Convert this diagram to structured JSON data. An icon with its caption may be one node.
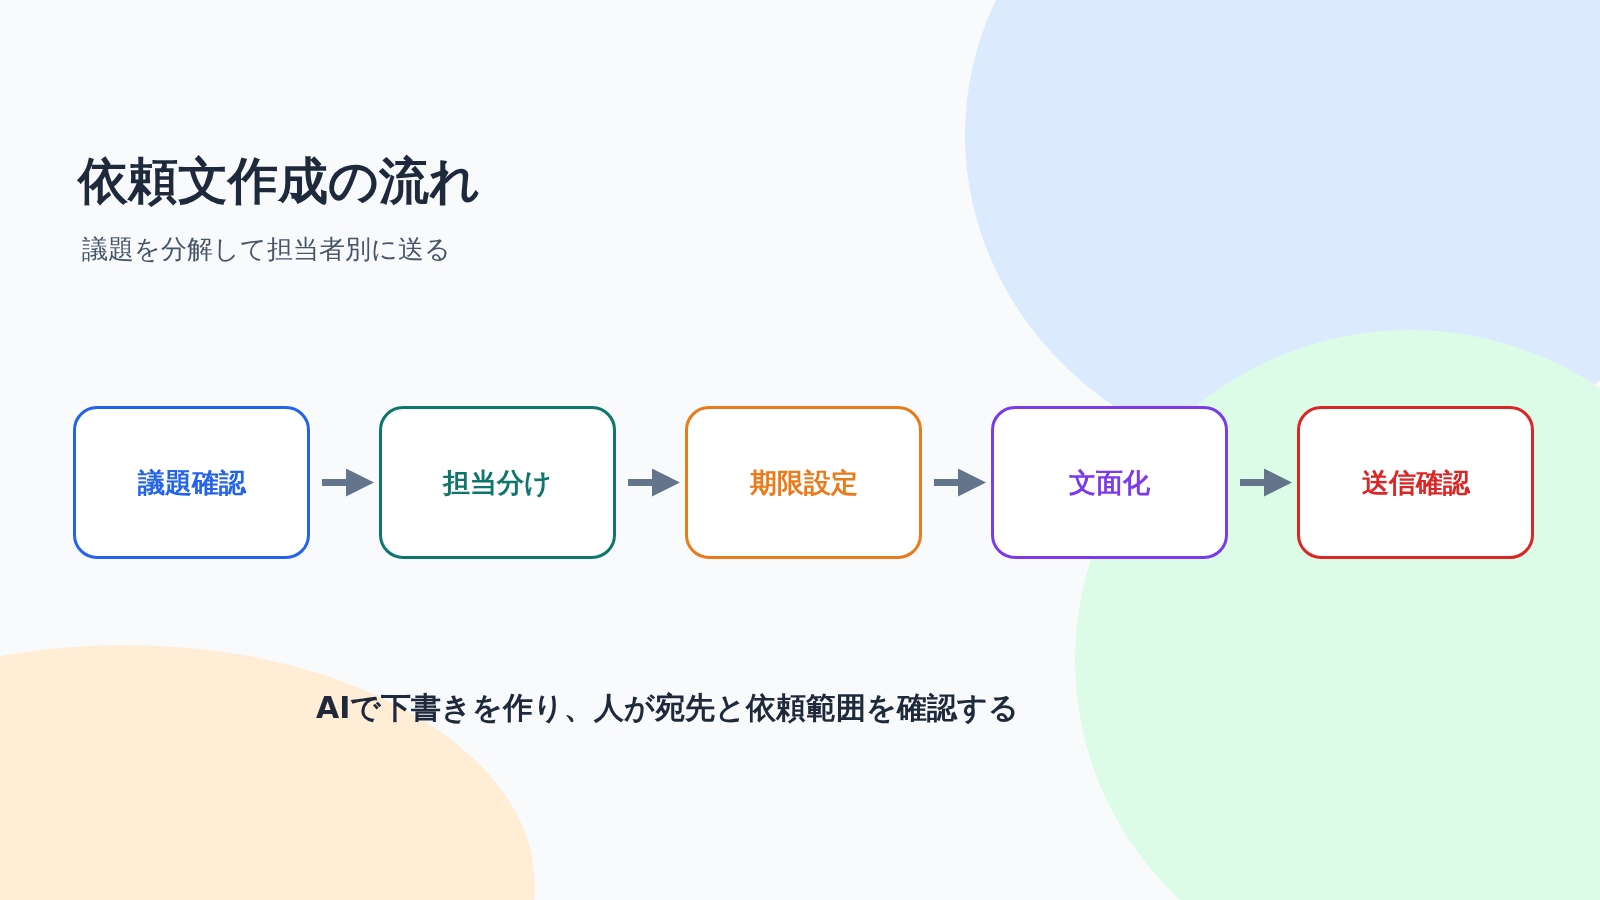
{
  "diagram": {
    "title": "依頼文作成の流れ",
    "caption": "AIで下書きを作り、人が宛先と依頼範囲を確認する",
    "labels": [
      "議題を分解して担当者別に送る"
    ],
    "nodes": [
      {
        "text": [
          "議題確認"
        ]
      },
      {
        "text": [
          "担当分け"
        ]
      },
      {
        "text": [
          "期限設定"
        ]
      },
      {
        "text": [
          "文面化"
        ]
      },
      {
        "text": [
          "送信確認"
        ]
      }
    ],
    "edges": [
      {
        "from": 0,
        "to": 1,
        "arrow": "to"
      },
      {
        "from": 1,
        "to": 2,
        "arrow": "to"
      },
      {
        "from": 2,
        "to": 3,
        "arrow": "to"
      },
      {
        "from": 3,
        "to": 4,
        "arrow": "to"
      }
    ]
  }
}
